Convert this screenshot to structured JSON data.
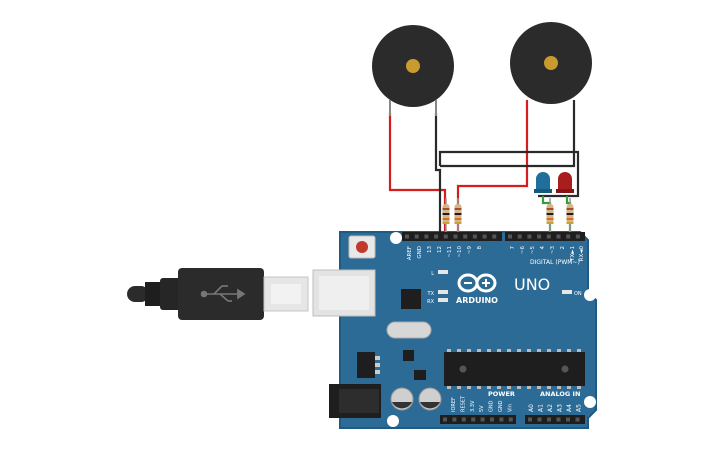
{
  "board": {
    "name": "ARDUINO",
    "model": "UNO",
    "digital_header_label": "DIGITAL (PWM~)",
    "power_header_label": "POWER",
    "analog_header_label": "ANALOG IN",
    "led_on_label": "ON",
    "led_l_label": "L",
    "led_tx_label": "TX",
    "led_rx_label": "RX",
    "top_pin_labels": [
      "AREF",
      "GND",
      "13",
      "12",
      "~11",
      "~10",
      "~9",
      "8",
      "7",
      "~6",
      "~5",
      "4",
      "~3",
      "2",
      "TX►1",
      "RX◄0"
    ],
    "power_pin_labels": [
      "IOREF",
      "RESET",
      "3.3V",
      "5V",
      "GND",
      "GND",
      "Vin"
    ],
    "analog_pin_labels": [
      "A0",
      "A1",
      "A2",
      "A3",
      "A4",
      "A5"
    ]
  },
  "components": {
    "buzzers": 2,
    "leds": [
      {
        "color_name": "blue",
        "color": "#1f6f9a"
      },
      {
        "color_name": "red",
        "color": "#a91d1d"
      }
    ],
    "resistors": 4
  },
  "colors": {
    "board": "#2c6b96",
    "board_edge": "#1f5a82",
    "wire_red": "#d61d1d",
    "wire_black": "#2a2a2a",
    "buzzer": "#2b2b2b",
    "buzzer_center": "#c99a2e"
  }
}
